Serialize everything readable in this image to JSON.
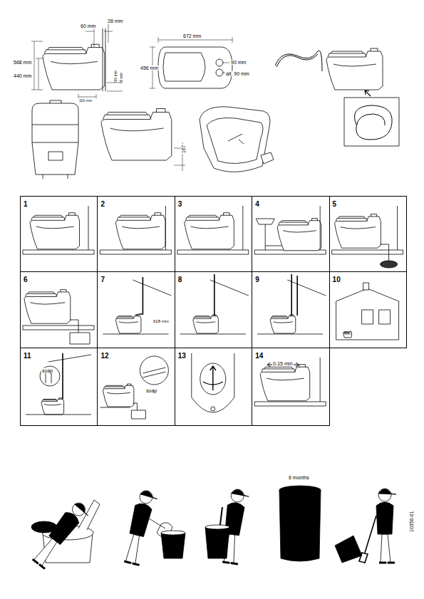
{
  "diagram": {
    "nodes": [
      {
        "text": [
          "1"
        ]
      },
      {
        "text": [
          "2"
        ]
      },
      {
        "text": [
          "3"
        ]
      },
      {
        "text": [
          "4"
        ]
      },
      {
        "text": [
          "5"
        ]
      },
      {
        "text": [
          "6"
        ]
      },
      {
        "text": [
          "7"
        ]
      },
      {
        "text": [
          "8"
        ]
      },
      {
        "text": [
          "9"
        ]
      },
      {
        "text": [
          "10"
        ]
      },
      {
        "text": [
          "11"
        ]
      },
      {
        "text": [
          "12"
        ]
      },
      {
        "text": [
          "13"
        ]
      },
      {
        "text": [
          "14"
        ]
      }
    ],
    "labels": [
      "60 mm",
      "28 mm",
      "568 mm",
      "440 mm",
      "100 mm",
      "90 mm",
      "101 mm",
      "672 mm",
      "456 mm",
      "90 mm",
      "alt. 90 mm",
      "167",
      "618 mm",
      "soap",
      "soap",
      "0-15 mm",
      "6 months",
      "10356-01"
    ]
  }
}
